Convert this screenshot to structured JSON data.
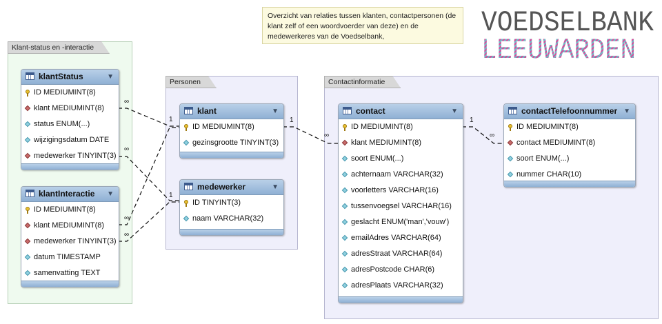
{
  "note": {
    "text": "Overzicht van relaties tussen klanten, contactpersonen (de klant zelf of een woordvoerder van deze) en de medewerkeres van de Voedselbank,"
  },
  "logo": {
    "line1": "VOEDSELBANK",
    "line2": "LEEUWARDEN"
  },
  "regions": [
    {
      "label": "Klant-status en -interactie"
    },
    {
      "label": "Personen"
    },
    {
      "label": "Contactinformatie"
    }
  ],
  "tables": {
    "klantStatus": {
      "name": "klantStatus",
      "columns": [
        {
          "icon": "key",
          "text": "ID MEDIUMINT(8)"
        },
        {
          "icon": "fk",
          "text": "klant MEDIUMINT(8)"
        },
        {
          "icon": "col",
          "text": "status ENUM(...)"
        },
        {
          "icon": "col",
          "text": "wijzigingsdatum DATE"
        },
        {
          "icon": "fk",
          "text": "medewerker TINYINT(3)"
        }
      ]
    },
    "klantInteractie": {
      "name": "klantInteractie",
      "columns": [
        {
          "icon": "key",
          "text": "ID MEDIUMINT(8)"
        },
        {
          "icon": "fk",
          "text": "klant MEDIUMINT(8)"
        },
        {
          "icon": "fk",
          "text": "medewerker TINYINT(3)"
        },
        {
          "icon": "col",
          "text": "datum TIMESTAMP"
        },
        {
          "icon": "col",
          "text": "samenvatting TEXT"
        }
      ]
    },
    "klant": {
      "name": "klant",
      "columns": [
        {
          "icon": "key",
          "text": "ID MEDIUMINT(8)"
        },
        {
          "icon": "col",
          "text": "gezinsgrootte TINYINT(3)"
        }
      ]
    },
    "medewerker": {
      "name": "medewerker",
      "columns": [
        {
          "icon": "key",
          "text": "ID TINYINT(3)"
        },
        {
          "icon": "col",
          "text": "naam VARCHAR(32)"
        }
      ]
    },
    "contact": {
      "name": "contact",
      "columns": [
        {
          "icon": "key",
          "text": "ID MEDIUMINT(8)"
        },
        {
          "icon": "fk",
          "text": "klant MEDIUMINT(8)"
        },
        {
          "icon": "col",
          "text": "soort ENUM(...)"
        },
        {
          "icon": "col",
          "text": "achternaam VARCHAR(32)"
        },
        {
          "icon": "col",
          "text": "voorletters VARCHAR(16)"
        },
        {
          "icon": "col",
          "text": "tussenvoegsel VARCHAR(16)"
        },
        {
          "icon": "col",
          "text": "geslacht ENUM('man','vouw')"
        },
        {
          "icon": "col",
          "text": "emailAdres VARCHAR(64)"
        },
        {
          "icon": "col",
          "text": "adresStraat VARCHAR(64)"
        },
        {
          "icon": "col",
          "text": "adresPostcode CHAR(6)"
        },
        {
          "icon": "col",
          "text": "adresPlaats VARCHAR(32)"
        }
      ]
    },
    "contactTelefoonnummer": {
      "name": "contactTelefoonnummer",
      "columns": [
        {
          "icon": "key",
          "text": "ID MEDIUMINT(8)"
        },
        {
          "icon": "fk",
          "text": "contact MEDIUMINT(8)"
        },
        {
          "icon": "col",
          "text": "soort ENUM(...)"
        },
        {
          "icon": "col",
          "text": "nummer CHAR(10)"
        }
      ]
    }
  },
  "cardinality": {
    "one": "1",
    "many": "∞"
  },
  "colors": {
    "header": "#a7c2df",
    "fk": "#c96a6a",
    "pk": "#e8c030",
    "col": "#8fd0df"
  }
}
